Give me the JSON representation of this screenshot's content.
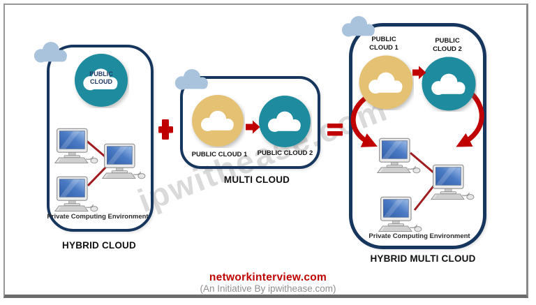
{
  "slide": {
    "watermark": "ipwithease.com",
    "operator_plus": "+",
    "operator_equals": "=",
    "footer": {
      "site": "networkinterview.com",
      "tagline": "(An Initiative By ipwithease.com)"
    }
  },
  "panels": {
    "hybrid_cloud": {
      "title": "HYBRID CLOUD",
      "public_cloud": {
        "line1": "PUBLIC",
        "line2": "CLOUD"
      },
      "private_label": "Private Computing Environment"
    },
    "multi_cloud": {
      "title": "MULTI CLOUD",
      "cloud1_label": "PUBLIC CLOUD 1",
      "cloud2_label": "PUBLIC CLOUD 2"
    },
    "hybrid_multi_cloud": {
      "title": "HYBRID MULTI CLOUD",
      "cloud1": {
        "line1": "PUBLIC",
        "line2": "CLOUD 1"
      },
      "cloud2": {
        "line1": "PUBLIC",
        "line2": "CLOUD 2"
      },
      "private_label": "Private Computing Environment"
    }
  },
  "colors": {
    "teal": "#1E8C9E",
    "gold": "#E4C173",
    "navy_border": "#17365D",
    "red": "#C00000",
    "connector_red": "#9F1D20",
    "decor_cloud": "#A9C3DC",
    "white_cloud": "#FFFFFF",
    "screen_blue_dark": "#2F5FA8",
    "screen_blue_light": "#9FBEE8",
    "footer_site": "#C00000",
    "footer_tagline": "#8F8F8F",
    "watermark_gray": "#8C8C8C"
  },
  "icons": {
    "decorative_cloud": "cloud",
    "public_cloud": "cloud",
    "computer": "desktop-computer",
    "arrow_right": "block-arrow-right",
    "curved_arrow": "curved-swoop-arrow",
    "plus": "plus-cross",
    "equals": "equals-bars"
  }
}
